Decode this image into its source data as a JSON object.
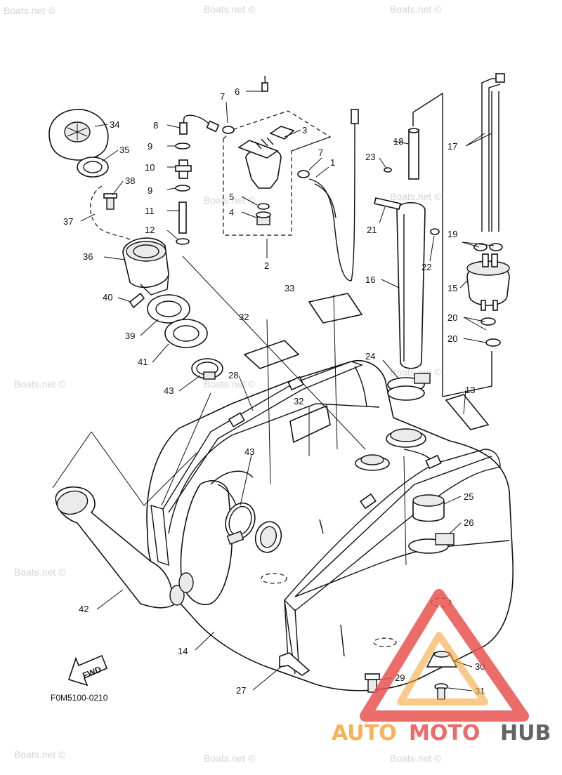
{
  "watermark": "Boats.net ©",
  "diagram_code": "F0M5100-0210",
  "fwd_label": "FWD",
  "logo": {
    "part1": "AUTO",
    "part2": "MOTO",
    "part3": "HUB",
    "colors": [
      "#f5a53b",
      "#e8534e",
      "#4a4a4a"
    ]
  },
  "callouts": [
    "1",
    "2",
    "3",
    "4",
    "5",
    "6",
    "7",
    "7",
    "8",
    "9",
    "9",
    "10",
    "11",
    "12",
    "13",
    "14",
    "15",
    "16",
    "17",
    "18",
    "19",
    "20",
    "20",
    "21",
    "22",
    "23",
    "24",
    "25",
    "26",
    "27",
    "28",
    "29",
    "30",
    "31",
    "32",
    "32",
    "33",
    "34",
    "35",
    "36",
    "37",
    "38",
    "39",
    "40",
    "41",
    "42",
    "43",
    "43"
  ]
}
